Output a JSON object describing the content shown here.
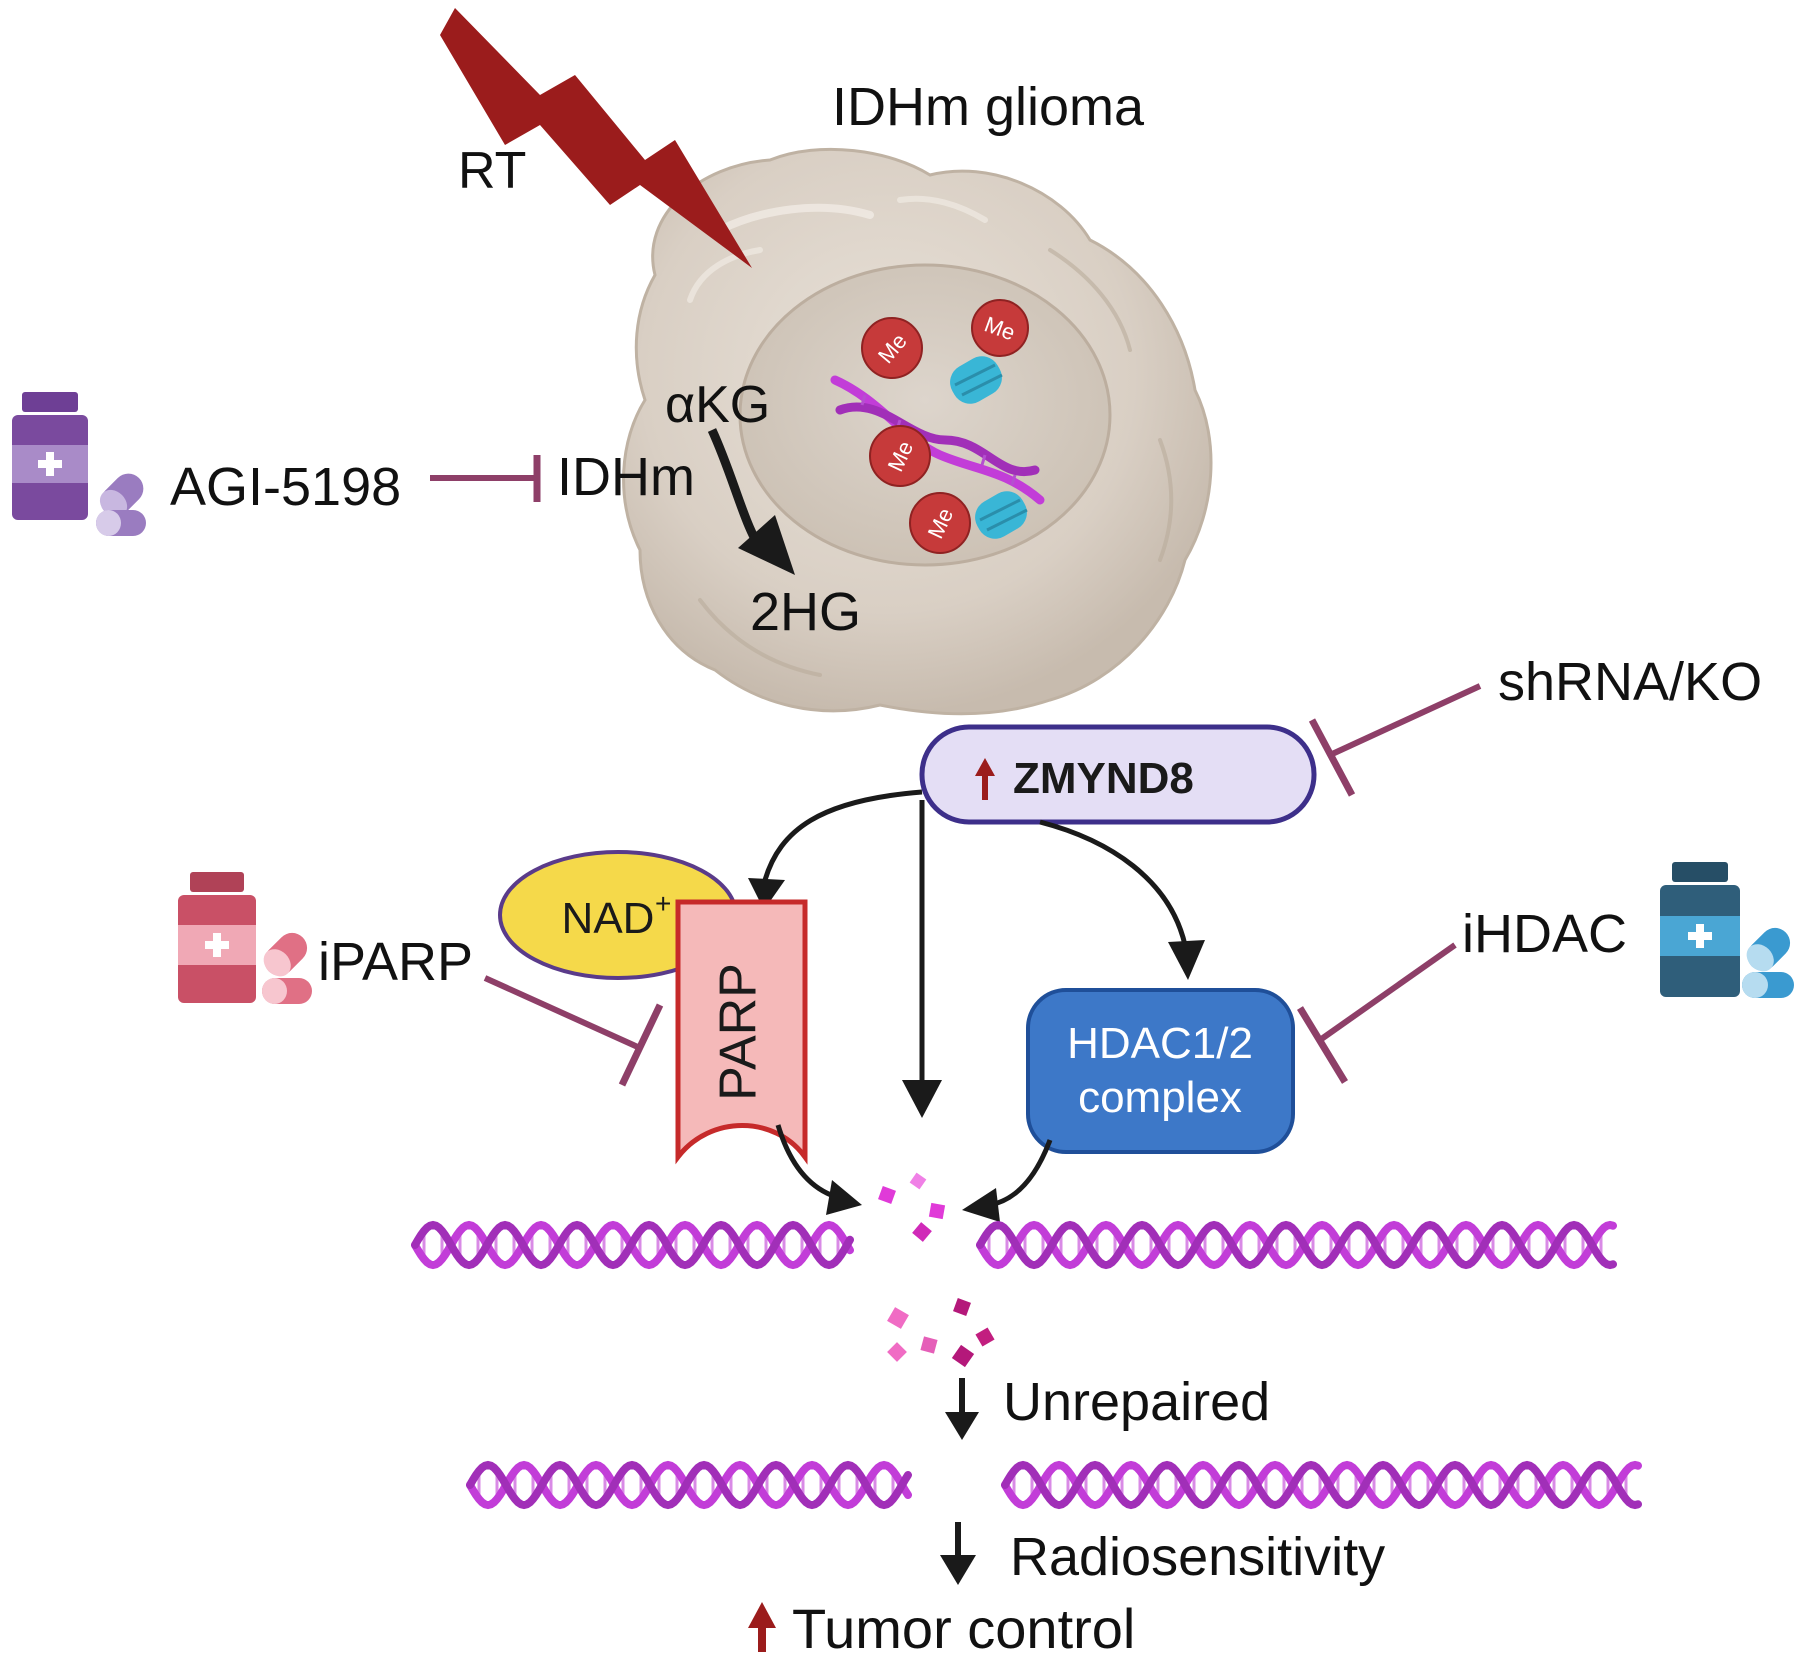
{
  "labels": {
    "title": "IDHm glioma",
    "rt": "RT",
    "akg": "αKG",
    "idhm": "IDHm",
    "two_hg": "2HG",
    "agi": "AGI-5198",
    "shrna": "shRNA/KO",
    "zmynd8": "ZMYND8",
    "nad": "NAD",
    "nad_sup": "+",
    "parp": "PARP",
    "iparp": "iPARP",
    "ihdac": "iHDAC",
    "hdac_line1": "HDAC1/2",
    "hdac_line2": "complex",
    "unrepaired": "Unrepaired",
    "radiosensitivity": "Radiosensitivity",
    "tumor_control": "Tumor control",
    "me": "Me"
  },
  "colors": {
    "lightning": "#9b1c1c",
    "inhibitor": "#8e3f68",
    "dna": "#c23dd8",
    "dna_dark": "#a12fb8",
    "me_ball": "#c63a3a",
    "nucleosome": "#39b6d6",
    "zmynd8_fill": "#e4def5",
    "zmynd8_stroke": "#3d2f8a",
    "parp_fill": "#f5b9b9",
    "parp_stroke": "#c62a2a",
    "nad_fill": "#f5d94a",
    "hdac_fill": "#3d78c8",
    "up_arrow": "#9b1c1c",
    "drug_agi": "#7a4a9e",
    "drug_iparp": "#c95066",
    "drug_ihdac": "#2f5e7a"
  },
  "icons": {
    "agi_drug": "medicine-bottle-pills-icon",
    "iparp_drug": "medicine-bottle-pills-icon",
    "ihdac_drug": "medicine-bottle-pills-icon",
    "lightning": "lightning-bolt-icon"
  }
}
